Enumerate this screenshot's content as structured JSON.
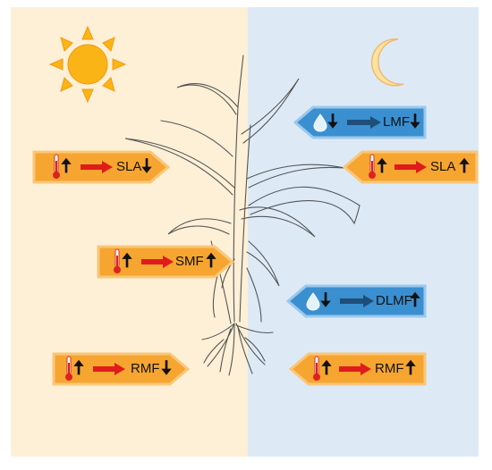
{
  "signs": {
    "sla_left": {
      "label": "SLA",
      "up": "🠅",
      "down": "🠇"
    },
    "smf": {
      "label": "SMF",
      "up": "🠅"
    },
    "rmf_left": {
      "label": "RMF",
      "up": "🠅",
      "down": "🠇"
    },
    "lmf": {
      "label": "LMF",
      "down": "🠇"
    },
    "sla_right": {
      "label": "SLA",
      "up": "🠅"
    },
    "dlmf": {
      "label": "DLMF",
      "up": "🠅",
      "down": "🠇"
    },
    "rmf_right": {
      "label": "RMF",
      "up": "🠅"
    }
  },
  "colors": {
    "day_bg": "#fdf0d6",
    "night_bg": "#ddeaf6",
    "orange_sign": "#f7a531",
    "blue_sign": "#3a8fd0",
    "red_arrow": "#e01b1b",
    "dark_blue_arrow": "#1f4e79",
    "sun": "#fbb415",
    "moon": "#fde3a0"
  },
  "icons": [
    "sun-icon",
    "moon-icon",
    "thermometer-icon",
    "water-drop-icon",
    "plant-illustration"
  ]
}
